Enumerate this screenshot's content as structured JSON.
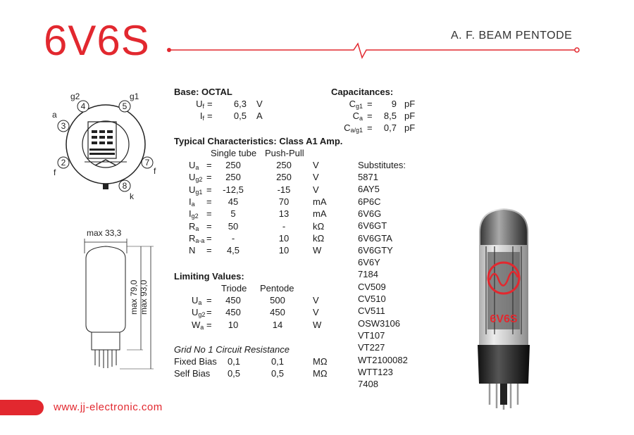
{
  "header": {
    "title": "6V6S",
    "subtitle": "A. F. BEAM PENTODE"
  },
  "pinout": {
    "labels": [
      "g2",
      "g1",
      "a",
      "f",
      "f",
      "k"
    ],
    "pins": [
      "4",
      "5",
      "3",
      "2",
      "7",
      "8"
    ]
  },
  "dimensions": {
    "width_label": "max 33,3",
    "height1_label": "max 79,0",
    "height2_label": "max 93,0"
  },
  "base": {
    "heading": "Base: OCTAL",
    "rows": [
      {
        "sym": "U",
        "sub": "f",
        "eq": "=",
        "val": "6,3",
        "unit": "V"
      },
      {
        "sym": "I",
        "sub": "f",
        "eq": "=",
        "val": "0,5",
        "unit": "A"
      }
    ]
  },
  "capacitances": {
    "heading": "Capacitances:",
    "rows": [
      {
        "sym": "C",
        "sub": "g1",
        "eq": "=",
        "val": "9",
        "unit": "pF"
      },
      {
        "sym": "C",
        "sub": "a",
        "eq": "=",
        "val": "8,5",
        "unit": "pF"
      },
      {
        "sym": "C",
        "sub": "a/g1",
        "eq": "=",
        "val": "0,7",
        "unit": "pF"
      }
    ]
  },
  "typical": {
    "heading": "Typical Characteristics: Class A1 Amp.",
    "col1": "Single tube",
    "col2": "Push-Pull",
    "rows": [
      {
        "sym": "U",
        "sub": "a",
        "eq": "=",
        "v1": "250",
        "v2": "250",
        "unit": "V"
      },
      {
        "sym": "U",
        "sub": "g2",
        "eq": "=",
        "v1": "250",
        "v2": "250",
        "unit": "V"
      },
      {
        "sym": "U",
        "sub": "g1",
        "eq": "=",
        "v1": "-12,5",
        "v2": "-15",
        "unit": "V"
      },
      {
        "sym": "I",
        "sub": "a",
        "eq": "=",
        "v1": "45",
        "v2": "70",
        "unit": "mA"
      },
      {
        "sym": "I",
        "sub": "g2",
        "eq": "=",
        "v1": "5",
        "v2": "13",
        "unit": "mA"
      },
      {
        "sym": "R",
        "sub": "a",
        "eq": "=",
        "v1": "50",
        "v2": "-",
        "unit": "kΩ"
      },
      {
        "sym": "R",
        "sub": "a-a",
        "eq": "=",
        "v1": "-",
        "v2": "10",
        "unit": "kΩ"
      },
      {
        "sym": "N",
        "sub": "",
        "eq": "=",
        "v1": "4,5",
        "v2": "10",
        "unit": "W"
      }
    ]
  },
  "limiting": {
    "heading": "Limiting Values:",
    "col1": "Triode",
    "col2": "Pentode",
    "rows": [
      {
        "sym": "U",
        "sub": "a",
        "eq": "=",
        "v1": "450",
        "v2": "500",
        "unit": "V"
      },
      {
        "sym": "U",
        "sub": "g2",
        "eq": "=",
        "v1": "450",
        "v2": "450",
        "unit": "V"
      },
      {
        "sym": "W",
        "sub": "a",
        "eq": "=",
        "v1": "10",
        "v2": "14",
        "unit": "W"
      }
    ]
  },
  "grid": {
    "heading": "Grid No 1 Circuit Resistance",
    "rows": [
      {
        "label": "Fixed Bias",
        "v1": "0,1",
        "v2": "0,1",
        "unit": "MΩ"
      },
      {
        "label": "Self Bias",
        "v1": "0,5",
        "v2": "0,5",
        "unit": "MΩ"
      }
    ]
  },
  "substitutes": {
    "heading": "Substitutes:",
    "items": [
      "5871",
      "6AY5",
      "6P6C",
      "6V6G",
      "6V6GT",
      "6V6GTA",
      "6V6GTY",
      "6V6Y",
      "7184",
      "CV509",
      "CV510",
      "CV511",
      "OSW3106",
      "VT107",
      "VT227",
      "WT2100082",
      "WTT123",
      "7408"
    ]
  },
  "tube_label": "6V6S",
  "footer": {
    "url": "www.jj-electronic.com"
  },
  "colors": {
    "accent": "#e2282f",
    "text": "#1a1a1a"
  }
}
